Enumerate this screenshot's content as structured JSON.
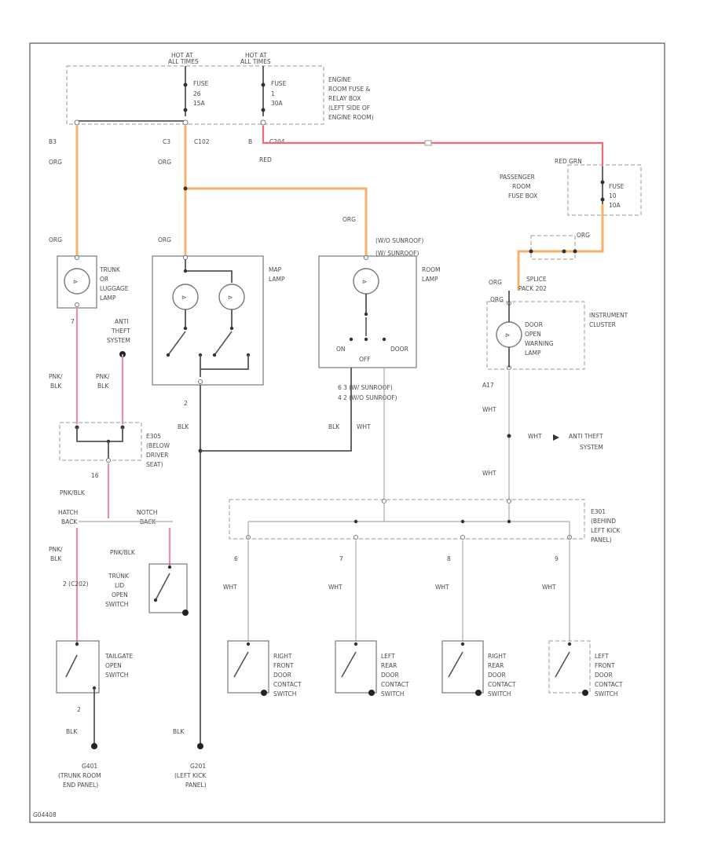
{
  "labels": {
    "hot_at_all_times_1": "HOT AT",
    "hot_at_all_times_1b": "ALL TIMES",
    "hot_at_all_times_2": "HOT AT",
    "hot_at_all_times_2b": "ALL TIMES",
    "fuse_26_l1": "FUSE",
    "fuse_26_l2": "26",
    "fuse_26_l3": "15A",
    "fuse_1_l1": "FUSE",
    "fuse_1_l2": "1",
    "fuse_1_l3": "30A",
    "engine_box_l1": "ENGINE",
    "engine_box_l2": "ROOM FUSE &",
    "engine_box_l3": "RELAY BOX",
    "engine_box_l4": "(LEFT SIDE OF",
    "engine_box_l5": "ENGINE ROOM)",
    "pin_b3": "B3",
    "pin_c3": "C3",
    "conn_c102": "C102",
    "pin_b": "B",
    "conn_c204": "C204",
    "wire_org_1": "ORG",
    "wire_org_2": "ORG",
    "wire_red": "RED",
    "wire_red_grn": "RED GRN",
    "wire_org_top_trunk": "ORG",
    "wire_org_top_map": "ORG",
    "wire_org_room": "ORG",
    "wire_org_pass": "ORG",
    "wire_org_splice": "ORG",
    "pass_box_l1": "PASSENGER",
    "pass_box_l2": "ROOM",
    "pass_box_l3": "FUSE BOX",
    "fuse_10_l1": "FUSE",
    "fuse_10_l2": "10",
    "fuse_10_l3": "10A",
    "trunk_lamp_l1": "TRUNK",
    "trunk_lamp_l2": "OR",
    "trunk_lamp_l3": "LUGGAGE",
    "trunk_lamp_l4": "LAMP",
    "map_lamp_l1": "MAP",
    "map_lamp_l2": "LAMP",
    "room_lamp_l1": "ROOM",
    "room_lamp_l2": "LAMP",
    "room_pin_note1": "(W/O SUNROOF)",
    "room_pin_note2": "(W/ SUNROOF)",
    "sw_on": "ON",
    "sw_off": "OFF",
    "sw_door": "DOOR",
    "splice_l1": "SPLICE",
    "splice_l2": "PACK 202",
    "inst_cluster_l1": "INSTRUMENT",
    "inst_cluster_l2": "CLUSTER",
    "door_warn_l1": "DOOR",
    "door_warn_l2": "OPEN",
    "door_warn_l3": "WARNING",
    "door_warn_l4": "LAMP",
    "anti_theft_top_l1": "ANTI",
    "anti_theft_top_l2": "THEFT",
    "anti_theft_top_l3": "SYSTEM",
    "pin_7": "7",
    "pnk_blk_1a": "PNK/",
    "pnk_blk_1b": "BLK",
    "pnk_blk_2a": "PNK/",
    "pnk_blk_2b": "BLK",
    "wire_blk_map": "BLK",
    "pin_2_map": "2",
    "room_pins_l1": "6     3    (W/ SUNROOF)",
    "room_pins_l2": "4     2    (W/O SUNROOF)",
    "wire_blk_room": "BLK",
    "wire_wht_room": "WHT",
    "pin_a17": "A17",
    "wire_wht_c1": "WHT",
    "wire_wht_c2": "WHT",
    "anti_theft_r_l1": "ANTI THEFT",
    "anti_theft_r_l2": "SYSTEM",
    "wire_wht_c3": "WHT",
    "e305_l1": "E305",
    "e305_l2": "(BELOW",
    "e305_l3": "DRIVER",
    "e305_l4": "SEAT)",
    "pin_16": "16",
    "pnk_blk_3": "PNK/BLK",
    "hatch_back": "HATCH\nBACK",
    "notch_back": "NOTCH\nBACK",
    "pnk_blk_4a": "PNK/",
    "pnk_blk_4b": "BLK",
    "pnk_blk_5": "PNK/BLK",
    "c202_note": "2 (C202)",
    "trunk_lid_l1": "TRUNK",
    "trunk_lid_l2": "LID",
    "trunk_lid_l3": "OPEN",
    "trunk_lid_l4": "SWITCH",
    "e301_l1": "E301",
    "e301_l2": "(BEHIND",
    "e301_l3": "LEFT KICK",
    "e301_l4": "PANEL)",
    "wht_row_1": "WHT",
    "wht_row_2": "WHT",
    "wht_row_3": "WHT",
    "wht_row_4": "WHT",
    "pin_row_1": "6",
    "pin_row_2": "7",
    "pin_row_3": "8",
    "pin_row_4": "9",
    "tailgate_l1": "TAILGATE",
    "tailgate_l2": "OPEN",
    "tailgate_l3": "SWITCH",
    "rf_door_l1": "RIGHT",
    "rf_door_l2": "FRONT",
    "rf_door_l3": "DOOR",
    "rf_door_l4": "CONTACT",
    "rf_door_l5": "SWITCH",
    "lr_door_l1": "LEFT",
    "lr_door_l2": "REAR",
    "lr_door_l3": "DOOR",
    "lr_door_l4": "CONTACT",
    "lr_door_l5": "SWITCH",
    "rr_door_l1": "RIGHT",
    "rr_door_l2": "REAR",
    "rr_door_l3": "DOOR",
    "rr_door_l4": "CONTACT",
    "rr_door_l5": "SWITCH",
    "lf_door_l1": "LEFT",
    "lf_door_l2": "FRONT",
    "lf_door_l3": "DOOR",
    "lf_door_l4": "CONTACT",
    "lf_door_l5": "SWITCH",
    "pin_2_tail": "2",
    "wire_blk_tail": "BLK",
    "wire_blk_g201": "BLK",
    "g401_l1": "G401",
    "g401_l2": "(TRUNK ROOM",
    "g401_l3": "END PANEL)",
    "g201_l1": "G201",
    "g201_l2": "(LEFT KICK",
    "g201_l3": "PANEL)",
    "footer_code": "G04408"
  },
  "colors": {
    "wire_orange": "#f5b26b",
    "wire_red": "#ee6a78",
    "wire_pink": "#e88ea9",
    "wire_gray": "#555555"
  }
}
